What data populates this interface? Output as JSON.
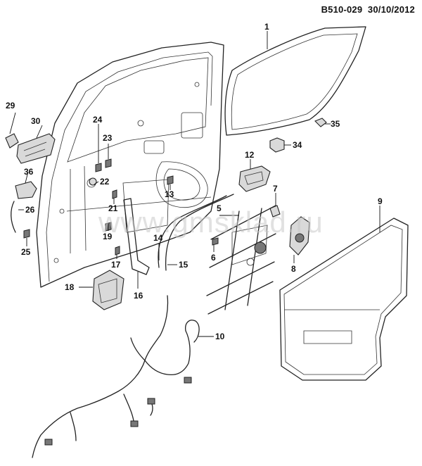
{
  "header": {
    "code": "B510-029",
    "date": "30/10/2012"
  },
  "watermark": "www.gmsklad.ru",
  "callouts": [
    {
      "num": "1"
    },
    {
      "num": "35"
    },
    {
      "num": "34"
    },
    {
      "num": "12"
    },
    {
      "num": "7"
    },
    {
      "num": "9"
    },
    {
      "num": "5"
    },
    {
      "num": "6"
    },
    {
      "num": "8"
    },
    {
      "num": "29"
    },
    {
      "num": "30"
    },
    {
      "num": "24"
    },
    {
      "num": "23"
    },
    {
      "num": "36"
    },
    {
      "num": "22"
    },
    {
      "num": "13"
    },
    {
      "num": "26"
    },
    {
      "num": "21"
    },
    {
      "num": "19"
    },
    {
      "num": "25"
    },
    {
      "num": "14"
    },
    {
      "num": "17"
    },
    {
      "num": "15"
    },
    {
      "num": "16"
    },
    {
      "num": "18"
    },
    {
      "num": "10"
    }
  ]
}
